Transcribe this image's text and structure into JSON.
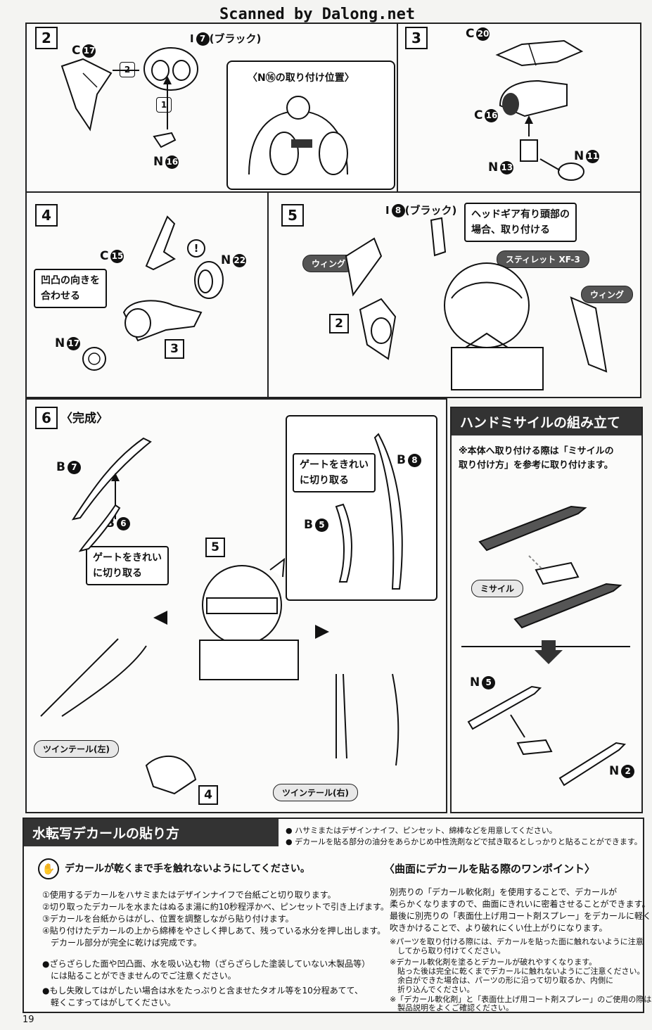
{
  "header": {
    "watermark": "Scanned by Dalong.net"
  },
  "step2": {
    "num": "2",
    "part_c": "C",
    "part_c_no": "17",
    "part_i": "I",
    "part_i_no": "7",
    "part_i_note": "(ブラック)",
    "part_n": "N",
    "part_n_no": "16",
    "order1": "1",
    "order2": "2",
    "callout": "〈N⑯の取り付け位置〉"
  },
  "step3": {
    "num": "3",
    "part_c20": "C",
    "part_c20_no": "20",
    "part_c16": "C",
    "part_c16_no": "16",
    "part_n13": "N",
    "part_n13_no": "13",
    "part_n11": "N",
    "part_n11_no": "11"
  },
  "step4": {
    "num": "4",
    "part_c15": "C",
    "part_c15_no": "15",
    "part_n22": "N",
    "part_n22_no": "22",
    "part_n17": "N",
    "part_n17_no": "17",
    "note": [
      "凹凸の向きを",
      "合わせる"
    ],
    "ref": "3",
    "caution": "!"
  },
  "step5": {
    "num": "5",
    "part_i": "I",
    "part_i_no": "8",
    "part_i_note": "(ブラック)",
    "note": [
      "ヘッドギア有り頭部の",
      "場合、取り付ける"
    ],
    "tag_stiletto": "スティレット XF-3",
    "tag_wing_left": "ウィング",
    "tag_wing_right": "ウィング",
    "ref": "2"
  },
  "step6": {
    "num": "6",
    "title": "〈完成〉",
    "part_b7": "B",
    "part_b7_no": "7",
    "part_b6": "B",
    "part_b6_no": "6",
    "part_b8": "B",
    "part_b8_no": "8",
    "part_b5": "B",
    "part_b5_no": "5",
    "note_left": [
      "ゲートをきれい",
      "に切り取る"
    ],
    "note_right": [
      "ゲートをきれい",
      "に切り取る"
    ],
    "ref5": "5",
    "ref4": "4",
    "tag_left": "ツインテール(左)",
    "tag_right": "ツインテール(右)"
  },
  "missile": {
    "title": "ハンドミサイルの組み立て",
    "note": [
      "※本体へ取り付ける際は「ミサイルの",
      "取り付け方」を参考に取り付けます。"
    ],
    "tag": "ミサイル",
    "part_n5": "N",
    "part_n5_no": "5",
    "part_n2": "N",
    "part_n2_no": "2"
  },
  "decal": {
    "title": "水転写デカールの貼り方",
    "prep": [
      "● ハサミまたはデザインナイフ、ピンセット、綿棒などを用意してください。",
      "● デカールを貼る部分の油分をあらかじめ中性洗剤などで拭き取るとしっかりと貼ることができます。"
    ],
    "warning": "デカールが乾くまで手を触れないようにしてください。",
    "steps": [
      "①使用するデカールをハサミまたはデザインナイフで台紙ごと切り取ります。",
      "②切り取ったデカールを水またはぬるま湯に約10秒程浮かべ、ピンセットで引き上げます。",
      "③デカールを台紙からはがし、位置を調整しながら貼り付けます。",
      "④貼り付けたデカールの上から綿棒をやさしく押しあて、残っている水分を押し出します。",
      "　デカール部分が完全に乾けば完成です。"
    ],
    "cautions": [
      "●ざらざらした面や凹凸面、水を吸い込む物（ざらざらした塗装していない木製品等）",
      "　には貼ることができませんのでご注意ください。",
      "●もし失敗してはがしたい場合は水をたっぷりと含ませたタオル等を10分程あてて、",
      "　軽くこすってはがしてください。"
    ],
    "tip_title": "〈曲面にデカールを貼る際のワンポイント〉",
    "tip_body": [
      "別売りの「デカール軟化剤」を使用することで、デカールが",
      "柔らかくなりますので、曲面にきれいに密着させることができます。",
      "最後に別売りの「表面仕上げ用コート剤スプレー」をデカールに軽く",
      "吹きかけることで、より破れにくい仕上がりになります。"
    ],
    "tip_notes": [
      "※パーツを取り付ける際には、デカールを貼った面に触れないように注意",
      "　してから取り付けてください。",
      "※デカール軟化剤を塗るとデカールが破れやすくなります。",
      "　貼った後は完全に乾くまでデカールに触れないようにご注意ください。",
      "　余白ができた場合は、パーツの形に沿って切り取るか、内側に",
      "　折り込んでください。",
      "※「デカール軟化剤」と「表面仕上げ用コート剤スプレー」のご使用の際は、",
      "　製品説明をよくご確認ください。"
    ]
  },
  "footer": {
    "page": "19"
  },
  "colors": {
    "ink": "#111111",
    "panel_bg": "#fbfbfa",
    "tag_dark": "#555555",
    "title_bar": "#333333"
  }
}
